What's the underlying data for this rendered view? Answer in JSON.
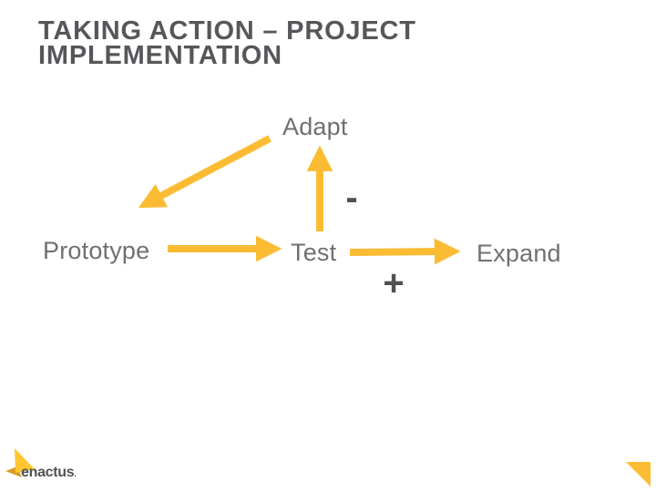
{
  "title": {
    "line1": "TAKING ACTION – PROJECT",
    "line2": "IMPLEMENTATION"
  },
  "diagram": {
    "type": "process-cycle",
    "labels": {
      "adapt": "Adapt",
      "prototype": "Prototype",
      "test": "Test",
      "expand": "Expand"
    },
    "signs": {
      "minus": "-",
      "plus": "+"
    },
    "arrows": [
      {
        "name": "adapt-to-prototype",
        "from": "Adapt",
        "to": "Prototype"
      },
      {
        "name": "prototype-to-test",
        "from": "Prototype",
        "to": "Test"
      },
      {
        "name": "test-to-adapt",
        "from": "Test",
        "to": "Adapt"
      },
      {
        "name": "test-to-expand",
        "from": "Test",
        "to": "Expand"
      }
    ]
  },
  "footer": {
    "logo_text": "enactus",
    "logo_dot": "."
  },
  "colors": {
    "arrow_yellow": "#FBBC34",
    "title_gray": "#55575A",
    "label_gray": "#6E7072",
    "sign_gray": "#4F5152",
    "logo_bright_yellow": "#FFC62F",
    "logo_dark_gold": "#D89C28"
  }
}
